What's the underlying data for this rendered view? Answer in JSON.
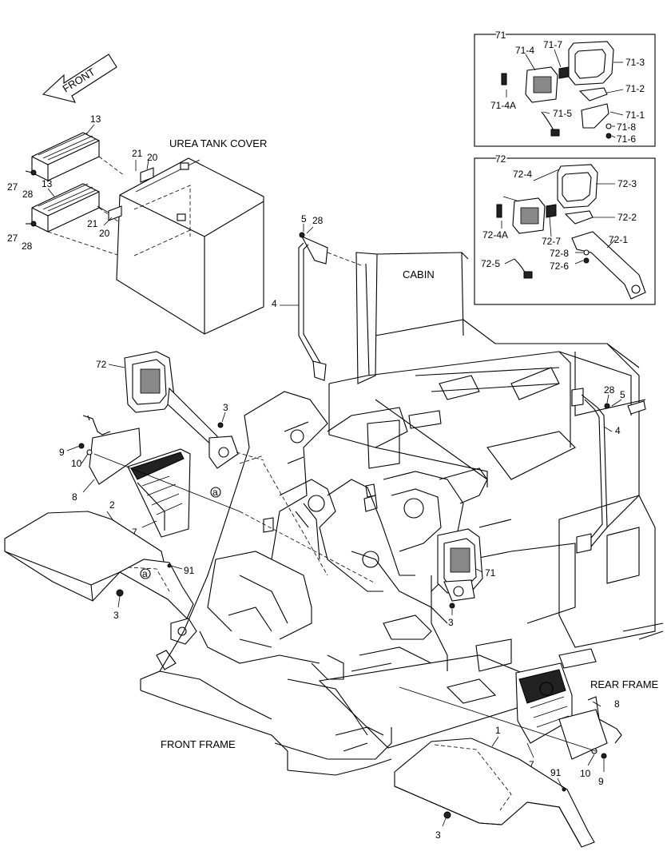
{
  "arrow": {
    "label": "FRONT"
  },
  "section_labels": {
    "urea_tank_cover": "UREA TANK COVER",
    "cabin": "CABIN",
    "front_frame": "FRONT FRAME",
    "rear_frame": "REAR FRAME"
  },
  "inset_71": {
    "title": "71",
    "labels": [
      "71-4",
      "71-7",
      "71-3",
      "71-2",
      "71-4A",
      "71-5",
      "71-1",
      "71-8",
      "71-6"
    ]
  },
  "inset_72": {
    "title": "72",
    "labels": [
      "72-4",
      "72-3",
      "72-2",
      "72-4A",
      "72-7",
      "72-1",
      "72-8",
      "72-5",
      "72-6"
    ]
  },
  "callouts": {
    "c13a": "13",
    "c13b": "13",
    "c27a": "27",
    "c28a": "28",
    "c27b": "27",
    "c28b": "28",
    "c21a": "21",
    "c20a": "20",
    "c21b": "21",
    "c20b": "20",
    "c5a": "5",
    "c28c": "28",
    "c4a": "4",
    "c72": "72",
    "c3a": "3",
    "c9a": "9",
    "c10a": "10",
    "c8a": "8",
    "c7a": "7",
    "c2": "2",
    "c91a": "91",
    "c3b": "3",
    "ca1": "a",
    "ca2": "a",
    "c28d": "28",
    "c5b": "5",
    "c4b": "4",
    "c71": "71",
    "c3c": "3",
    "c8b": "8",
    "c7b": "7",
    "c1": "1",
    "c91b": "91",
    "c10b": "10",
    "c9b": "9",
    "c3d": "3"
  }
}
